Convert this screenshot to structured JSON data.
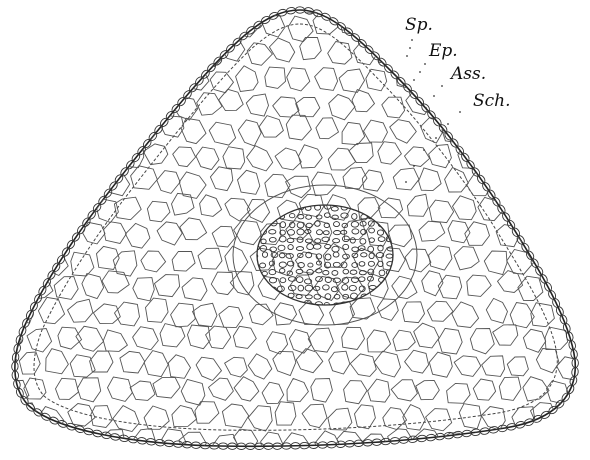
{
  "figure": {
    "labels": {
      "sp": "Sp.",
      "ep": "Ep.",
      "ass": "Ass.",
      "sch": "Sch."
    }
  }
}
